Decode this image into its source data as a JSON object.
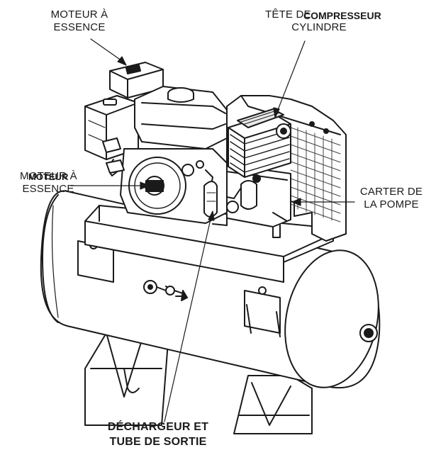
{
  "labels": {
    "gas_engine_top": {
      "line1": "MOTEUR À",
      "line2": "ESSENCE"
    },
    "compressor_head": {
      "line1": "TÊTE DE",
      "line1_overlay": "COMPRESSEUR",
      "line2": "CYLINDRE"
    },
    "gas_engine_left": {
      "line1": "MOTEUR À",
      "line1_overlay": "MOTEUR",
      "line2": "ESSENCE"
    },
    "pump_case": {
      "line1": "CARTER DE",
      "line2": "LA POMPE"
    },
    "unloader": {
      "line1": "DÉCHARGEUR ET",
      "line2": "TUBE DE SORTIE"
    }
  },
  "colors": {
    "line": "#1a1a1a",
    "shade": "#9a9a9a",
    "light": "#e8e8e8",
    "paper": "#ffffff"
  }
}
